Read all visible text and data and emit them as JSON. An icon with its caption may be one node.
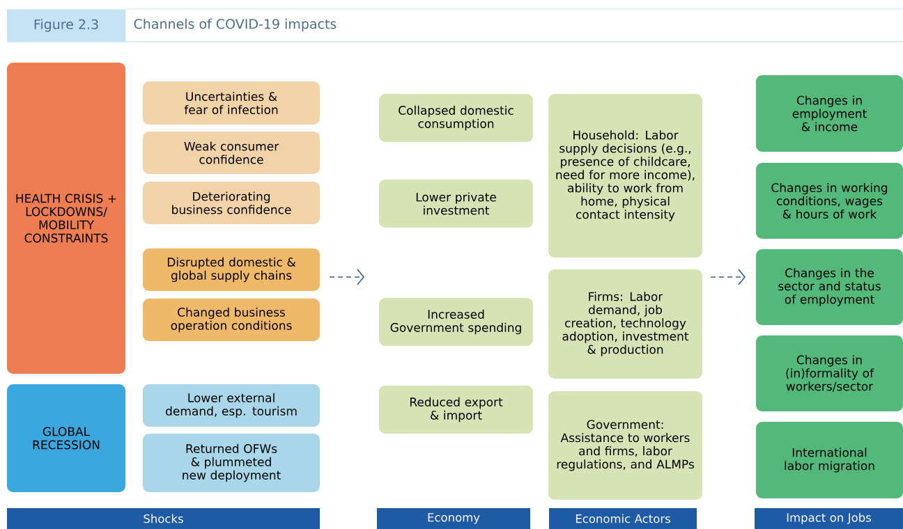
{
  "diagram": {
    "title": "Channels of COVID-19 impacts",
    "nodes": [
      {
        "text": [
          "HEALTH CRISIS + LOCKDOWNS/ MOBILITY CONSTRAINTS"
        ]
      },
      {
        "text": [
          "GLOBAL RECESSION"
        ]
      },
      {
        "text": [
          "Uncertainties & fear of infection"
        ]
      },
      {
        "text": [
          "Weak consumer confidence"
        ]
      },
      {
        "text": [
          "Deteriorating business confidence"
        ]
      },
      {
        "text": [
          "Disrupted domestic & global supply chains"
        ]
      },
      {
        "text": [
          "Changed business operation conditions"
        ]
      },
      {
        "text": [
          "Lower external demand, esp. tourism"
        ]
      },
      {
        "text": [
          "Returned OFWs & plummeted new deployment"
        ]
      },
      {
        "text": [
          "Collapsed domestic consumption"
        ]
      },
      {
        "text": [
          "Lower private investment"
        ]
      },
      {
        "text": [
          "Increased Government spending"
        ]
      },
      {
        "text": [
          "Reduced export & import"
        ]
      },
      {
        "text": [
          "Household: Labor supply decisions (e.g., presence of childcare, need for more income), ability to work from home, physical contact intensity"
        ]
      },
      {
        "text": [
          "Firms: Labor demand, job creation, technology adoption, investment & production"
        ]
      },
      {
        "text": [
          "Government: Assistance to workers and firms, labor regulations, and ALMPs"
        ]
      },
      {
        "text": [
          "Changes in employment & income"
        ]
      },
      {
        "text": [
          "Changes in working conditions, wages & hours of work"
        ]
      },
      {
        "text": [
          "Changes in the sector and status of employment"
        ]
      },
      {
        "text": [
          "Changes in (in)formality of workers/sector"
        ]
      },
      {
        "text": [
          "International labor migration"
        ]
      },
      {
        "text": [
          "Shocks"
        ]
      },
      {
        "text": [
          "Economy"
        ]
      },
      {
        "text": [
          "Economic Actors"
        ]
      },
      {
        "text": [
          "Impact on Jobs"
        ]
      }
    ],
    "labels": [
      "Figure 2.3"
    ]
  }
}
